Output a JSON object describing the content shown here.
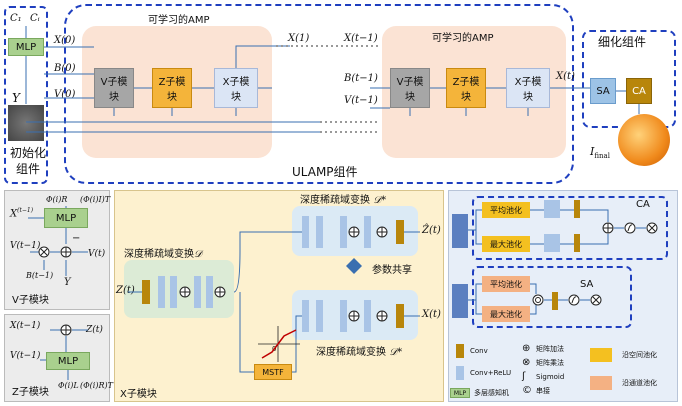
{
  "top": {
    "c1": "C₁",
    "ci": "Cᵢ",
    "init_mlp": "MLP",
    "y_in": "Y",
    "init_label": "初始化\n组件",
    "x0": "X(0)",
    "b0": "B(0)",
    "v0": "V(0)",
    "amp1_title": "可学习的AMP",
    "amp2_title": "可学习的AMP",
    "v_module": "V子模\n块",
    "z_module": "Z子模\n块",
    "x_module": "X子模\n块",
    "x1": "X(1)",
    "xt1": "X(t−1)",
    "bt1": "B(t−1)",
    "vt1": "V(t−1)",
    "xt": "X(t)",
    "ulamp_label": "ULAMP组件",
    "refine_title": "细化组件",
    "sa": "SA",
    "ca": "CA",
    "i_final": "I",
    "i_final_sub": "final"
  },
  "v_panel": {
    "label": "V子模块",
    "x_in": "X",
    "x_sup": "(t−1)",
    "phi": "Φ(i)R",
    "phi_t": "(Φ(i)I)T",
    "mlp": "MLP",
    "v_prev": "V(t−1)",
    "v_out": "V(t)",
    "b_prev": "B(t−1)",
    "y": "Y",
    "minus": "−"
  },
  "z_panel": {
    "label": "Z子模块",
    "x_prev": "X(t−1)",
    "z_out": "Z(t)",
    "v_prev": "V(t−1)",
    "mlp": "MLP",
    "phi": "Φ(i)L",
    "phi_t": "(Φ(i)R)T"
  },
  "x_panel": {
    "label": "X子模块",
    "sparse_d": "深度稀疏域变换",
    "sparse_d_sym": "𝒟",
    "sparse_star_top": "深度稀疏域变换",
    "sparse_star_sym": "𝒟*",
    "sparse_star_bottom": "深度稀疏域变换",
    "z_in": "Z(t)",
    "z_hat": "Ẑ(t)",
    "x_out": "X(t)",
    "share": "参数共享",
    "mstf": "MSTF",
    "zero": "0"
  },
  "attn_panel": {
    "avg_pool": "平均池化",
    "max_pool": "最大池化",
    "ca": "CA",
    "sa": "SA",
    "avg_pool2": "平均池化",
    "max_pool2": "最大池化"
  },
  "legend": {
    "conv": "Conv",
    "conv_relu": "Conv+ReLU",
    "mlp_badge": "MLP",
    "mlp_text": "多层感知机",
    "mat_add": "矩阵加法",
    "mat_mul": "矩阵乘法",
    "sigmoid": "Sigmoid",
    "concat": "串接",
    "spatial_pool": "沿空间池化",
    "channel_pool": "沿通道池化"
  },
  "colors": {
    "mlp": "#a9d08e",
    "v_module": "#a6a6a6",
    "z_module": "#f4b43a",
    "x_module": "#dbe5f5",
    "amp_bg": "#fbe3d4",
    "dashed_border": "#1f3fbf",
    "x_panel_bg": "#fdf1cf",
    "sparse_bg": "#dcebd6",
    "sparse_star_bg": "#dbeaf5",
    "conv": "#b8860b",
    "conv_relu": "#a9c4e6",
    "spatial": "#f4c020",
    "channel": "#f4b183"
  }
}
